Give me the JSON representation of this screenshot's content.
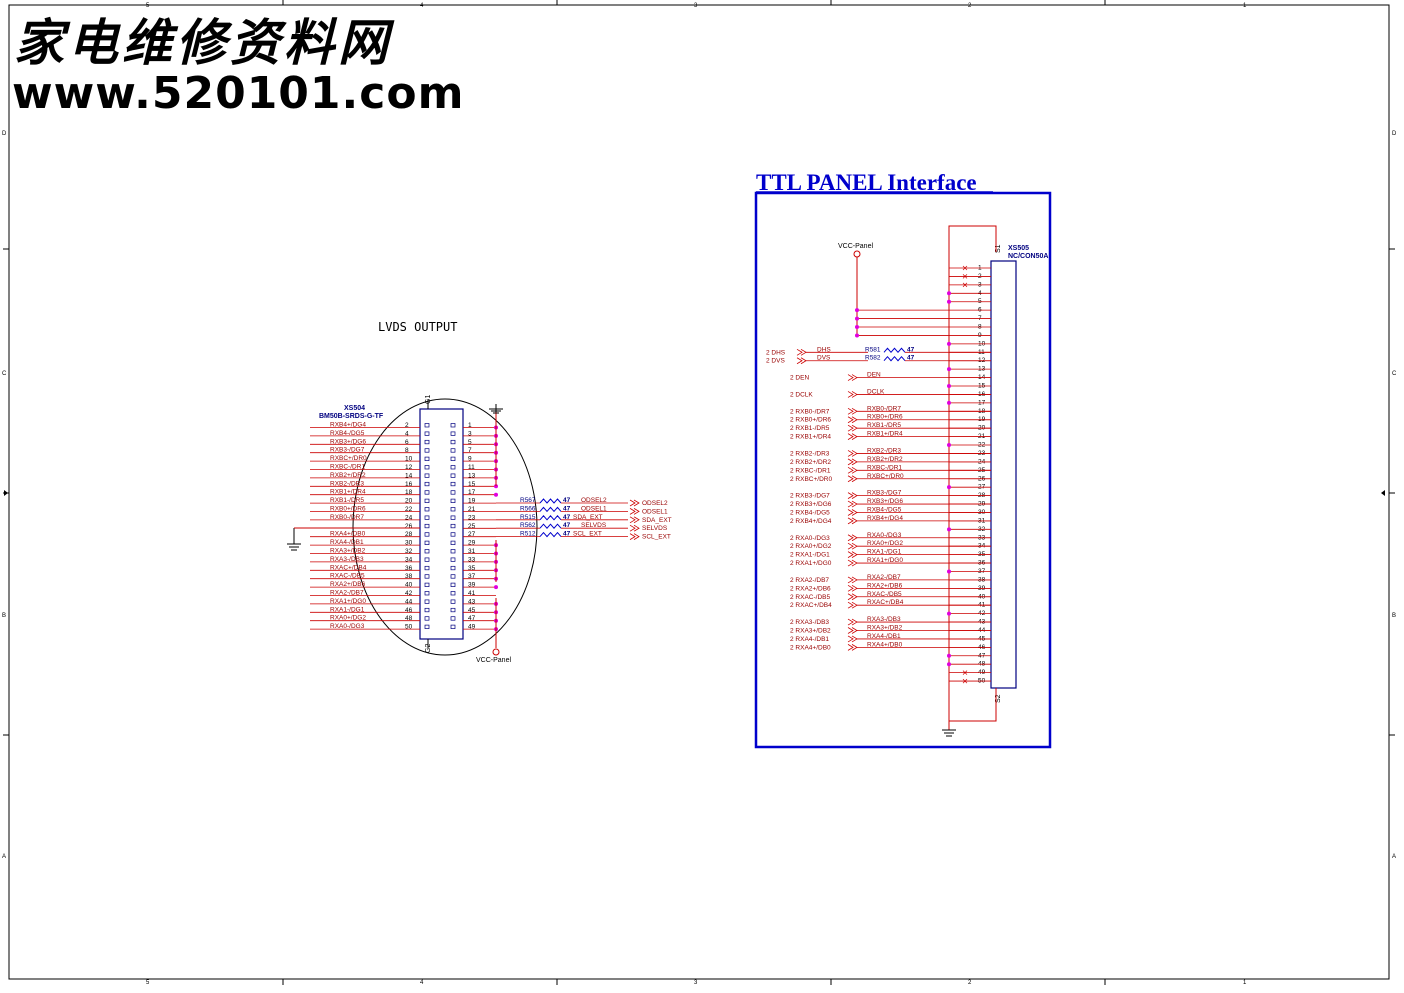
{
  "watermark": {
    "cn": "家电维修资料网",
    "url": "www.520101.com"
  },
  "frame": {
    "cols": [
      "5",
      "4",
      "3",
      "2",
      "1"
    ],
    "rows": [
      "D",
      "C",
      "B",
      "A"
    ]
  },
  "lvds": {
    "title": "LVDS OUTPUT",
    "ref": "XS504",
    "part": "BM50B-SRDS-G-TF",
    "g1": "G1",
    "g2": "G2",
    "vcc": "VCC-Panel",
    "left_pins": [
      {
        "pin": "2",
        "sig": "RXB4+/DG4"
      },
      {
        "pin": "4",
        "sig": "RXB4-/DG5"
      },
      {
        "pin": "6",
        "sig": "RXB3+/DG6"
      },
      {
        "pin": "8",
        "sig": "RXB3-/DG7"
      },
      {
        "pin": "10",
        "sig": "RXBC+/DR0"
      },
      {
        "pin": "12",
        "sig": "RXBC-/DR1"
      },
      {
        "pin": "14",
        "sig": "RXB2+/DR2"
      },
      {
        "pin": "16",
        "sig": "RXB2-/DR3"
      },
      {
        "pin": "18",
        "sig": "RXB1+/DR4"
      },
      {
        "pin": "20",
        "sig": "RXB1-/DR5"
      },
      {
        "pin": "22",
        "sig": "RXB0+/DR6"
      },
      {
        "pin": "24",
        "sig": "RXB0-/DR7"
      },
      {
        "pin": "26",
        "sig": ""
      },
      {
        "pin": "28",
        "sig": "RXA4+/DB0"
      },
      {
        "pin": "30",
        "sig": "RXA4-/DB1"
      },
      {
        "pin": "32",
        "sig": "RXA3+/DB2"
      },
      {
        "pin": "34",
        "sig": "RXA3-/DB3"
      },
      {
        "pin": "36",
        "sig": "RXAC+/DB4"
      },
      {
        "pin": "38",
        "sig": "RXAC-/DB5"
      },
      {
        "pin": "40",
        "sig": "RXA2+/DB6"
      },
      {
        "pin": "42",
        "sig": "RXA2-/DB7"
      },
      {
        "pin": "44",
        "sig": "RXA1+/DG0"
      },
      {
        "pin": "46",
        "sig": "RXA1-/DG1"
      },
      {
        "pin": "48",
        "sig": "RXA0+/DG2"
      },
      {
        "pin": "50",
        "sig": "RXA0-/DG3"
      }
    ],
    "right_pins": [
      "1",
      "3",
      "5",
      "7",
      "9",
      "11",
      "13",
      "15",
      "17",
      "19",
      "21",
      "23",
      "25",
      "27",
      "29",
      "31",
      "33",
      "35",
      "37",
      "39",
      "41",
      "43",
      "45",
      "47",
      "49"
    ],
    "resistors": [
      {
        "ref": "R567",
        "val": "47",
        "net": "ODSEL2",
        "port": "ODSEL2"
      },
      {
        "ref": "R566",
        "val": "47",
        "net": "ODSEL1",
        "port": "ODSEL1"
      },
      {
        "ref": "R515",
        "val": "47",
        "net": "SDA_EXT",
        "port": "SDA_EXT"
      },
      {
        "ref": "R562",
        "val": "47",
        "net": "SELVDS",
        "port": "SELVDS"
      },
      {
        "ref": "R512",
        "val": "47",
        "net": "SCL_EXT",
        "port": "SCL_EXT"
      }
    ]
  },
  "ttl": {
    "title": "TTL PANEL Interface",
    "ref": "XS505",
    "part": "NC/CON50A",
    "vcc": "VCC-Panel",
    "s1": "S1",
    "s2": "S2",
    "pins": [
      "1",
      "2",
      "3",
      "4",
      "5",
      "6",
      "7",
      "8",
      "9",
      "10",
      "11",
      "12",
      "13",
      "14",
      "15",
      "16",
      "17",
      "18",
      "19",
      "20",
      "21",
      "22",
      "23",
      "24",
      "25",
      "26",
      "27",
      "28",
      "29",
      "30",
      "31",
      "32",
      "33",
      "34",
      "35",
      "36",
      "37",
      "38",
      "39",
      "40",
      "41",
      "42",
      "43",
      "44",
      "45",
      "46",
      "47",
      "48",
      "49",
      "50"
    ],
    "sync": [
      {
        "port": "2  DHS",
        "net": "DHS",
        "ref": "R581",
        "val": "47"
      },
      {
        "port": "2  DVS",
        "net": "DVS",
        "ref": "R582",
        "val": "47"
      }
    ],
    "den": {
      "port": "2  DEN",
      "net": "DEN"
    },
    "dclk": {
      "port": "2  DCLK",
      "net": "DCLK"
    },
    "groups": [
      [
        {
          "port": "2  RXB0-/DR7",
          "net": "RXB0-/DR7"
        },
        {
          "port": "2  RXB0+/DR6",
          "net": "RXB0+/DR6"
        },
        {
          "port": "2  RXB1-/DR5",
          "net": "RXB1-/DR5"
        },
        {
          "port": "2  RXB1+/DR4",
          "net": "RXB1+/DR4"
        }
      ],
      [
        {
          "port": "2  RXB2-/DR3",
          "net": "RXB2-/DR3"
        },
        {
          "port": "2  RXB2+/DR2",
          "net": "RXB2+/DR2"
        },
        {
          "port": "2  RXBC-/DR1",
          "net": "RXBC-/DR1"
        },
        {
          "port": "2  RXBC+/DR0",
          "net": "RXBC+/DR0"
        }
      ],
      [
        {
          "port": "2  RXB3-/DG7",
          "net": "RXB3-/DG7"
        },
        {
          "port": "2  RXB3+/DG6",
          "net": "RXB3+/DG6"
        },
        {
          "port": "2  RXB4-/DG5",
          "net": "RXB4-/DG5"
        },
        {
          "port": "2  RXB4+/DG4",
          "net": "RXB4+/DG4"
        }
      ],
      [
        {
          "port": "2  RXA0-/DG3",
          "net": "RXA0-/DG3"
        },
        {
          "port": "2  RXA0+/DG2",
          "net": "RXA0+/DG2"
        },
        {
          "port": "2  RXA1-/DG1",
          "net": "RXA1-/DG1"
        },
        {
          "port": "2  RXA1+/DG0",
          "net": "RXA1+/DG0"
        }
      ],
      [
        {
          "port": "2  RXA2-/DB7",
          "net": "RXA2-/DB7"
        },
        {
          "port": "2  RXA2+/DB6",
          "net": "RXA2+/DB6"
        },
        {
          "port": "2  RXAC-/DB5",
          "net": "RXAC-/DB5"
        },
        {
          "port": "2  RXAC+/DB4",
          "net": "RXAC+/DB4"
        }
      ],
      [
        {
          "port": "2  RXA3-/DB3",
          "net": "RXA3-/DB3"
        },
        {
          "port": "2  RXA3+/DB2",
          "net": "RXA3+/DB2"
        },
        {
          "port": "2  RXA4-/DB1",
          "net": "RXA4-/DB1"
        },
        {
          "port": "2  RXA4+/DB0",
          "net": "RXA4+/DB0"
        }
      ]
    ]
  },
  "colors": {
    "wire": "#cc0000",
    "net": "#990000",
    "junction": "#e000e0",
    "part": "#000080",
    "blue": "#0000cc",
    "text": "#000000"
  }
}
